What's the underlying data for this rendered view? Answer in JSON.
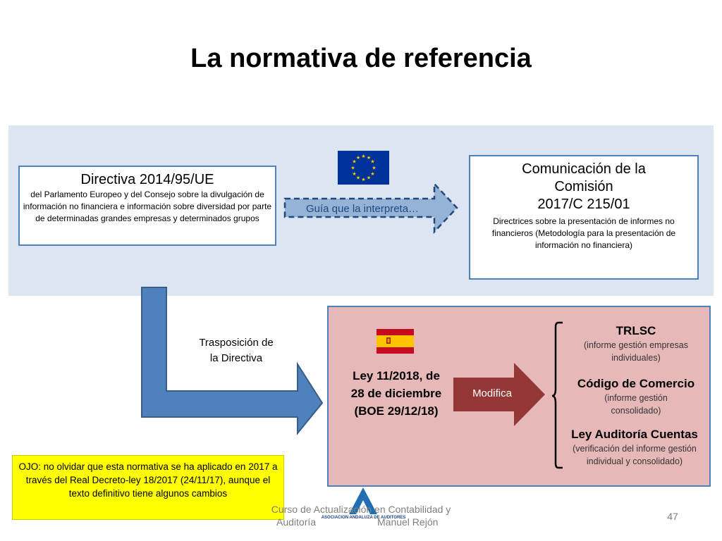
{
  "title": "La normativa de referencia",
  "directiva": {
    "name": "Directiva 2014/95/UE",
    "description": "del Parlamento Europeo y del Consejo sobre la divulgación de información no financiera e información sobre diversidad por parte de determinadas grandes empresas y determinados grupos"
  },
  "guia_label": "Guía que la interpreta…",
  "comunicacion": {
    "line1": "Comunicación de la",
    "line2": "Comisión",
    "line3": "2017/C 215/01",
    "description": "Directrices sobre la presentación de informes no financieros (Metodología para la presentación de información no financiera)"
  },
  "trasposicion": {
    "line1": "Trasposición de",
    "line2": "la Directiva"
  },
  "ley": {
    "line1": "Ley 11/2018, de",
    "line2": "28 de diciembre",
    "line3": "(BOE 29/12/18)"
  },
  "modifica_label": "Modifica",
  "laws": {
    "trlsc": {
      "name": "TRLSC",
      "desc": "(informe gestión empresas individuales)"
    },
    "codigo": {
      "name": "Código de Comercio",
      "desc": "(informe gestión consolidado)"
    },
    "auditoria": {
      "name": "Ley Auditoría Cuentas",
      "desc": "(verificación del informe gestión individual y consolidado)"
    }
  },
  "note": "OJO: no olvidar que esta normativa se ha aplicado en 2017 a través del Real Decreto-ley 18/2017 (24/11/17), aunque el texto definitivo tiene algunos cambios",
  "logo_text": "ASOCIACION ANDALUZA DE AUDITORES",
  "footer": {
    "line1": "Curso de Actualización en Contabilidad y",
    "left": "Auditoría",
    "right": "Manuel Rejón"
  },
  "page_number": "47",
  "colors": {
    "eu_band": "#dce6f2",
    "box_border": "#4f81bd",
    "spain_panel": "#e6b9b8",
    "modifica_arrow": "#953735",
    "note_bg": "#ffff00",
    "elbow_arrow": "#4f81bd"
  }
}
